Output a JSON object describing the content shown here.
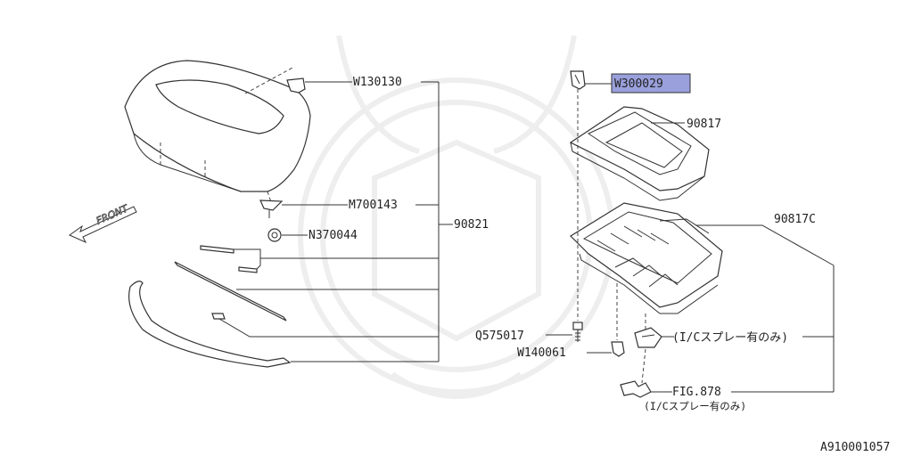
{
  "diagram_id": "A910001057",
  "front_label": "FRONT",
  "labels": {
    "w130130": "W130130",
    "m700143": "M700143",
    "n370044": "N370044",
    "p90821": "90821",
    "w300029": "W300029",
    "p90817": "90817",
    "p90817c": "90817C",
    "q575017": "Q575017",
    "w140061": "W140061",
    "ic_spray_1": "(I/Cスプレー有のみ)",
    "fig878": "FIG.878",
    "ic_spray_2": "(I/Cスプレー有のみ)"
  },
  "highlight_color": "#9aa0dc"
}
